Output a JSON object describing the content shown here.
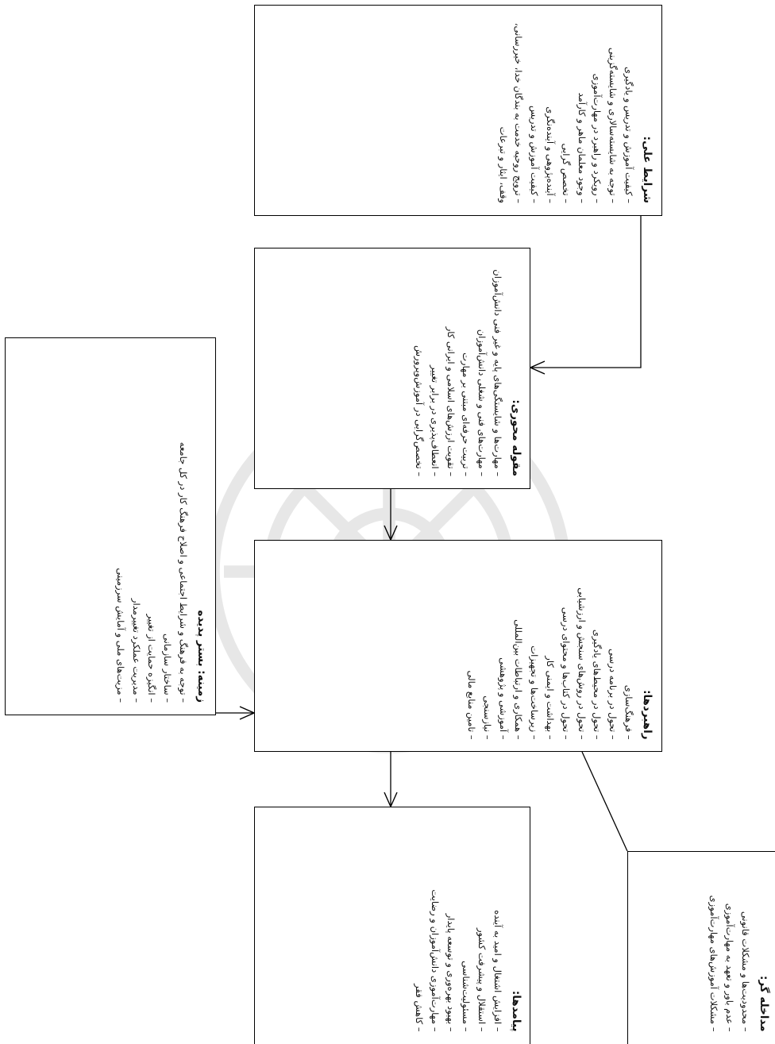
{
  "boxes": {
    "scientific": {
      "title": "شرایط علی:",
      "items": [
        "– کیفیت آموزش و تدریس و یادگیری",
        "– توجه به شایسته‌سالاری و شایسته‌گزینی",
        "– رویکرد و راهبرد در مهارت‌آموزی",
        "– وجود معلمان ماهر و کارآمد",
        "– تخصص گرایی",
        "– آینده‌پژوهی و آینده‌نگری",
        "– کیفیت آموزش و تدریس",
        "– ترویج روحیه خدمت به بندگان خدا، خیررسانی، وقف، ایثار و تبرعات"
      ]
    },
    "central": {
      "title": "مقوله محوری:",
      "items": [
        "– مهارت‌ها و شایستگی‌های پایه و غیر فنی دانش‌آموزان",
        "– مهارت‌های فنی و شغلی دانش‌آموزان",
        "– تربیت حرفه‌ای مبتنی بر مهارت",
        "– تقویت ارزش‌های اسلامی و ایرانی کار",
        "– انعطاف‌پذیری در برابر تغییر",
        "– تخصص‌گرایی در آموزش‌وپرورش"
      ]
    },
    "context": {
      "title": "زمینه: بستر پدیده",
      "items": [
        "– توجه به فرهنگ و شرایط اجتماعی و اصلاح فرهنگ کار در کل جامعه",
        "– ساختار سازمانی",
        "– انگیزه حمایت از تغییر",
        "– مدیریت عملکرد تغییرمدار",
        "– مزیت‌های ملی و آمایش سرزمینی"
      ]
    },
    "strategies": {
      "title": "راهبردها:",
      "items": [
        "– فرهنگ‌سازی",
        "– تحول در برنامه درسی",
        "– تحول در محیط‌های یادگیری",
        "– تحول در روش‌های سنجش و ارزشیابی",
        "– تحول در کتاب‌ها و محتوای درسی",
        "– بهداشت و ایمنی کار",
        "– زیرساخت‌ها و تجهیزات",
        "– همکاری و ارتباطات بین‌المللی",
        "– آموزشی و پژوهشی",
        "– نیازسنجی",
        "– تامین منابع مالی"
      ]
    },
    "outcomes": {
      "title": "پیامدها:",
      "items": [
        "– افزایش اشتغال و امید به آینده",
        "– استقلال و پیشرفت کشور",
        "– مسئولیت‌شناسی",
        "– بهبود بهره‌وری و توسعه پایدار",
        "– مهارت‌آموزی دانش‌آموزان و رضایت",
        "– کاهش فقر"
      ]
    },
    "intervening": {
      "title": "مداخله گر:",
      "items": [
        "– محدودیت‌ها و مشکلات قانونی",
        "– عدم باور و تعهد به مهارت‌آموزی",
        "– مشکلات آموزش‌های مهارت‌آموزی"
      ]
    }
  }
}
